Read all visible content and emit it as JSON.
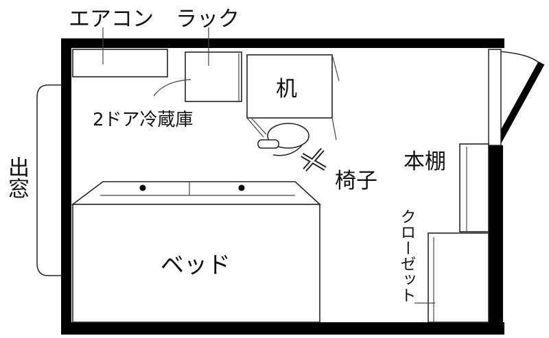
{
  "labels": {
    "aircon": "エアコン",
    "rack": "ラック",
    "fridge": "2ドア冷蔵庫",
    "desk": "机",
    "chair": "椅子",
    "bookshelf": "本棚",
    "closet": "クローゼット",
    "bed": "ベッド",
    "window": "出窓"
  },
  "colors": {
    "wall": "#000000",
    "line": "#222222",
    "background": "#ffffff"
  }
}
